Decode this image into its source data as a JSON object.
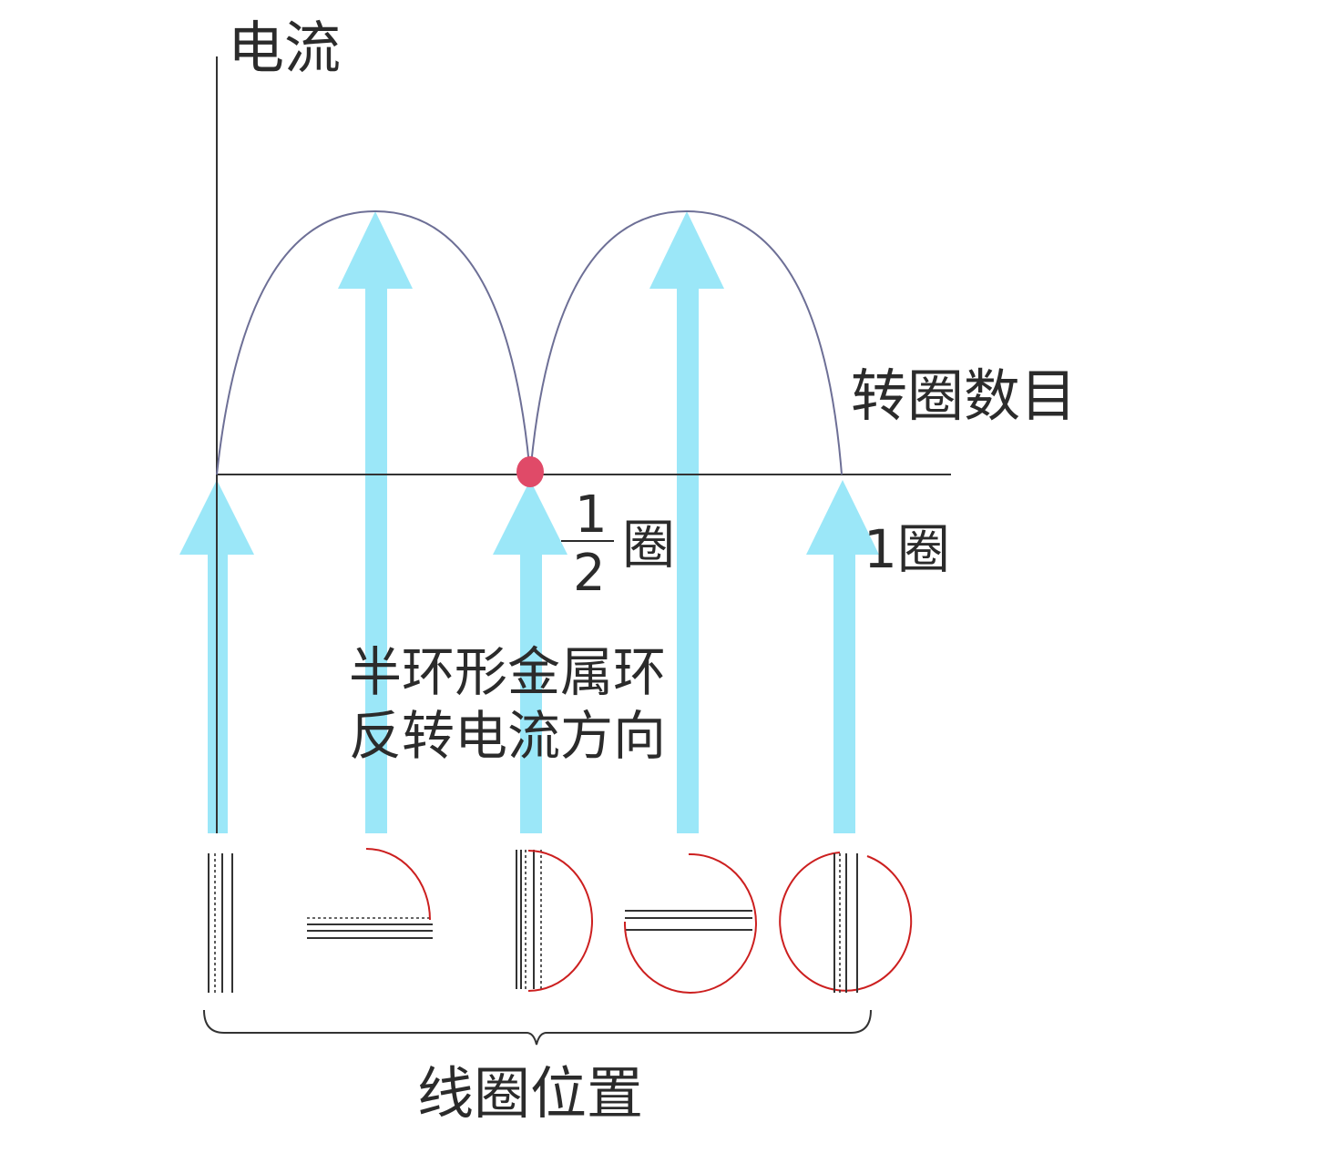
{
  "labels": {
    "y_axis": "电流",
    "x_axis": "转圈数目",
    "half_numerator": "1",
    "half_denominator": "2",
    "half_unit": "圈",
    "one_turn": "1圈",
    "commutator_line1": "半环形金属环",
    "commutator_line2": "反转电流方向",
    "coil_positions": "线圈位置"
  },
  "colors": {
    "arrow": "#9be7f8",
    "curve": "#6d6f96",
    "axis": "#333333",
    "dot": "#e04a68",
    "ring": "#cc1f1f",
    "coil": "#333333"
  }
}
